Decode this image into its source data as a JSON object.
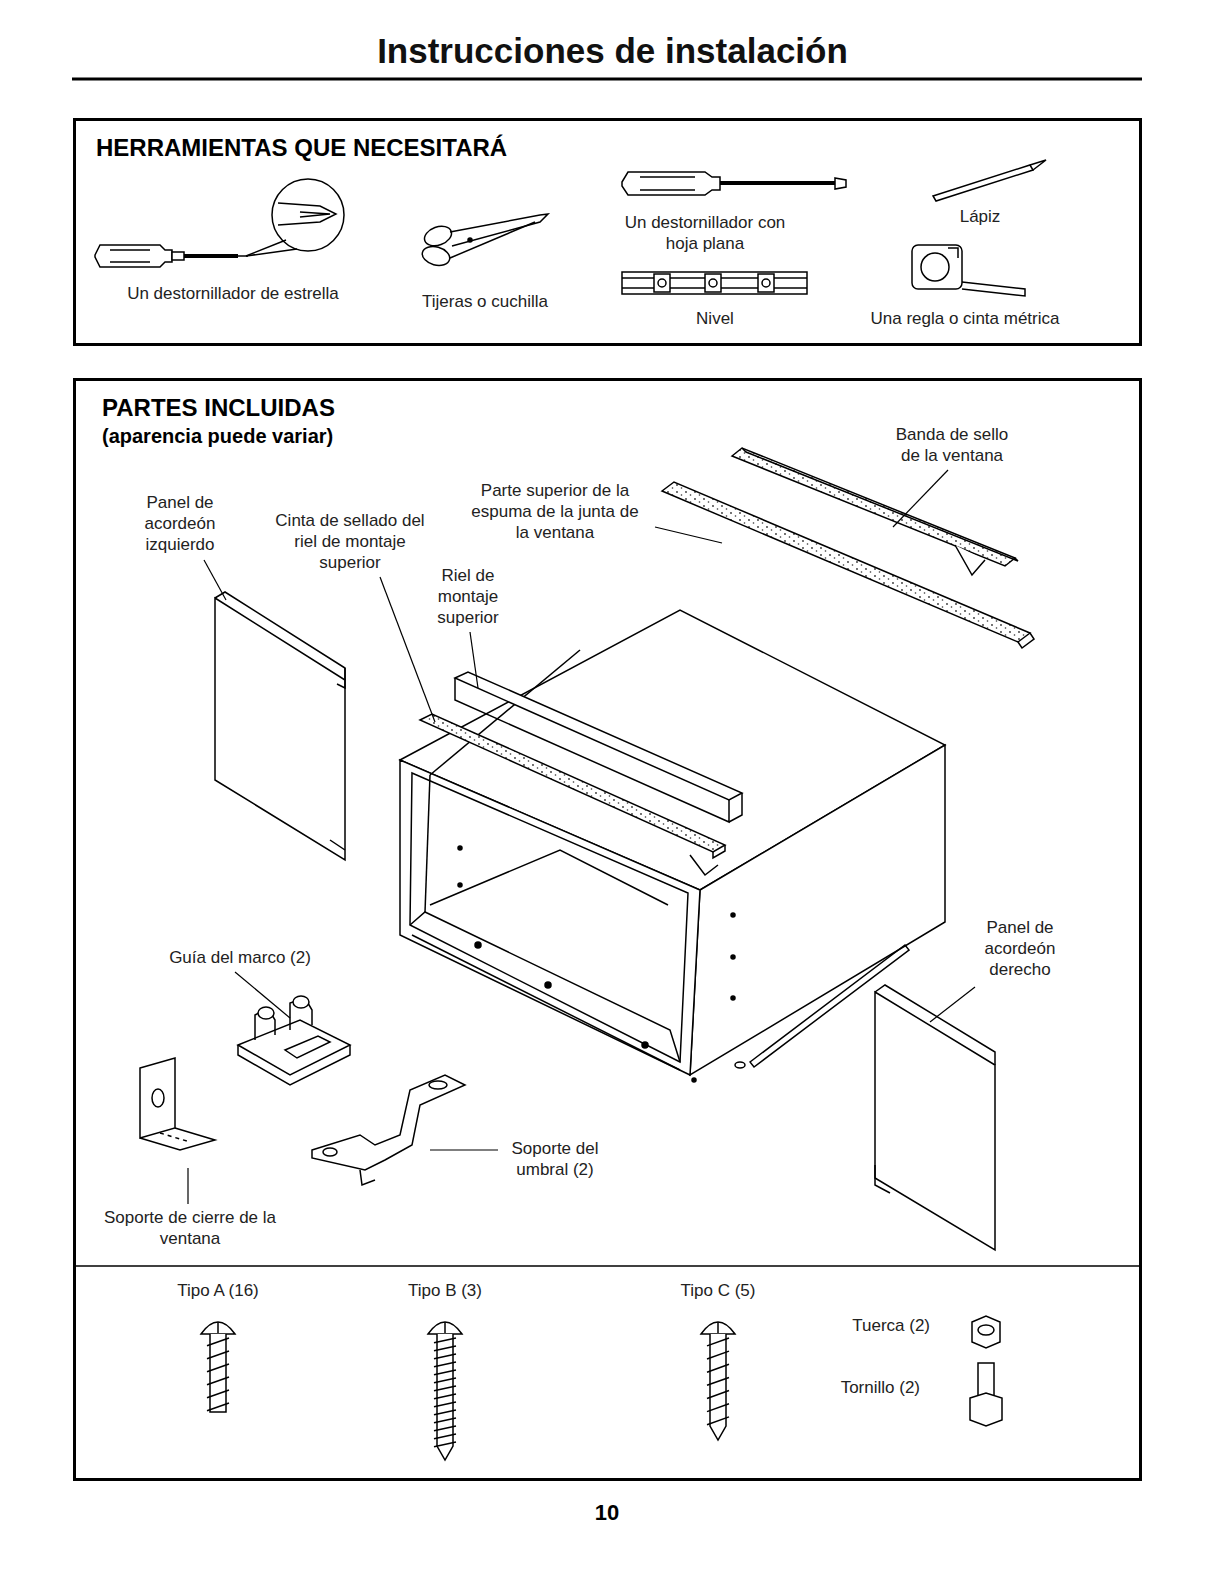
{
  "diagram": {
    "title": "Instrucciones de instalación",
    "nodes": [
      {
        "text": [
          "HERRAMIENTAS QUE NECESITARÁ"
        ]
      },
      {
        "text": [
          "PARTES INCLUIDAS",
          "(aparencia puede variar)"
        ]
      }
    ],
    "labels": [
      "Un destornillador de estrella",
      "Tijeras o cuchilla",
      "Un destornillador con hoja plana",
      "Nivel",
      "Lápiz",
      "Una regla o cinta métrica",
      "Banda de sello de la ventana",
      "Parte superior de la espuma de la junta de la ventana",
      "Panel de acordeón izquierdo",
      "Cinta de sellado del riel de montaje superior",
      "Riel de montaje superior",
      "Guía del marco (2)",
      "Panel de acordeón derecho",
      "Soporte del umbral (2)",
      "Soporte de cierre de la ventana",
      "Tipo A (16)",
      "Tipo B (3)",
      "Tipo C (5)",
      "Tuerca (2)",
      "Tornillo (2)",
      "10"
    ]
  }
}
